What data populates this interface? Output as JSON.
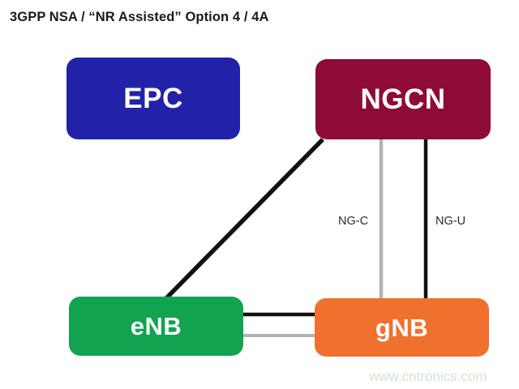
{
  "diagram": {
    "title": "3GPP NSA / “NR Assisted”  Option 4 / 4A",
    "background_color": "#ffffff",
    "nodes": [
      {
        "id": "epc",
        "label": "EPC",
        "color": "#2222a8"
      },
      {
        "id": "ngcn",
        "label": "NGCN",
        "color": "#8e0b38"
      },
      {
        "id": "enb",
        "label": "eNB",
        "color": "#12a350"
      },
      {
        "id": "gnb",
        "label": "gNB",
        "color": "#f0702e"
      }
    ],
    "links": [
      {
        "id": "ngcn-enb",
        "from": "ngcn",
        "to": "enb",
        "label": "",
        "color": "#111111",
        "style": "solid",
        "width": 5
      },
      {
        "id": "ngcn-gnb-c",
        "from": "ngcn",
        "to": "gnb",
        "label": "NG-C",
        "color": "#b3b3b3",
        "style": "solid",
        "width": 4
      },
      {
        "id": "ngcn-gnb-u",
        "from": "ngcn",
        "to": "gnb",
        "label": "NG-U",
        "color": "#111111",
        "style": "solid",
        "width": 4
      },
      {
        "id": "enb-gnb-u",
        "from": "enb",
        "to": "gnb",
        "label": "",
        "color": "#111111",
        "style": "solid",
        "width": 4
      },
      {
        "id": "enb-gnb-c",
        "from": "enb",
        "to": "gnb",
        "label": "",
        "color": "#b3b3b3",
        "style": "solid",
        "width": 4
      }
    ],
    "edge_labels": {
      "ng_c": "NG-C",
      "ng_u": "NG-U"
    },
    "watermark": "www.cntronics.com",
    "watermark_color": "#cfe6cc"
  }
}
